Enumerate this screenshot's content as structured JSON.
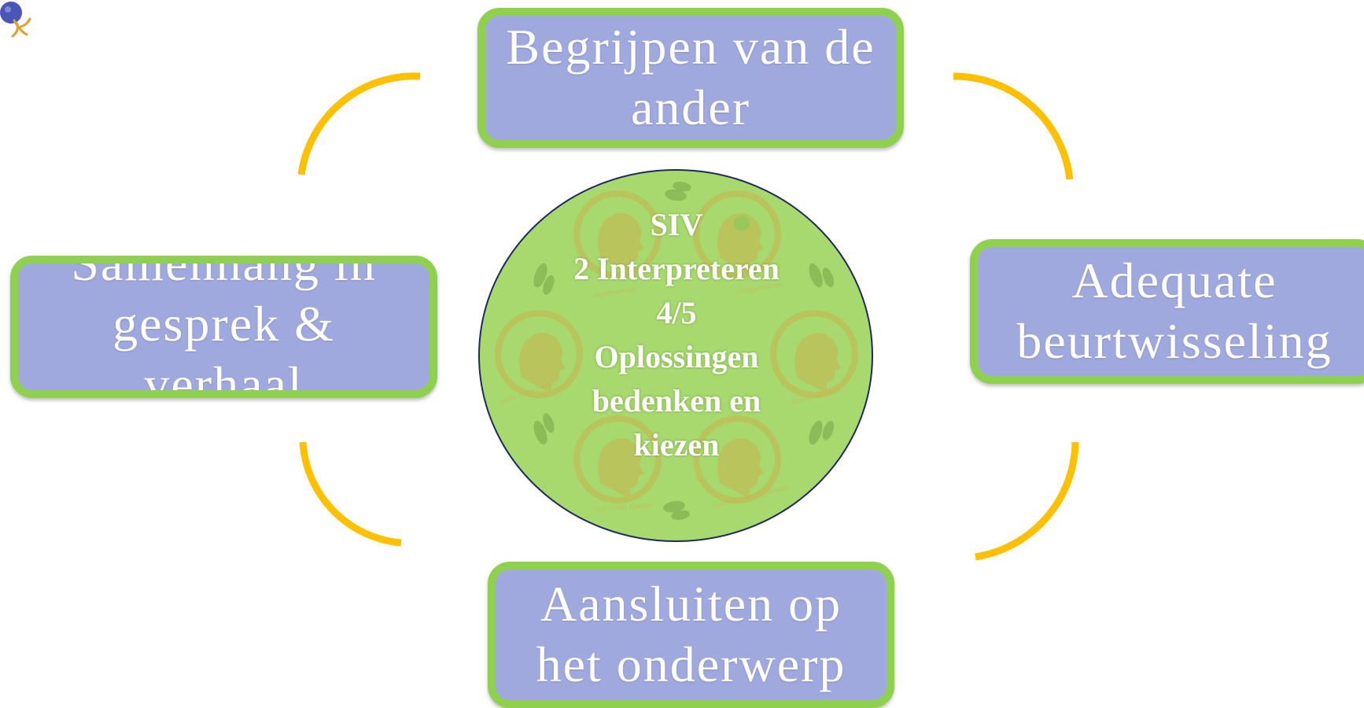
{
  "colors": {
    "box_fill": "#a0a9de",
    "box_border": "#8fd14f",
    "arc": "#ffc000",
    "circle_fill": "#a7d96f",
    "circle_outline": "#1f2a5c",
    "watermark": "#c9b24f",
    "footprint": "#7aa84a"
  },
  "boxes": {
    "top": "Begrijpen van de\nander",
    "left": "Samenhang in\ngesprek &\nverhaal",
    "right": "Adequate\nbeurtwisseling",
    "bottom": "Aansluiten op\nhet onderwerp"
  },
  "center": {
    "lines": [
      "SIV",
      "2 Interpreteren",
      "4/5",
      "Oplossingen",
      "bedenken en",
      "kiezen"
    ],
    "watermark_labels": [
      "waarnemen",
      "interpreteren",
      "doelen stellen",
      "oplossingen bedenken",
      "oplossing kiezen",
      "actie ondernemen"
    ]
  },
  "icons": [
    "logo-icon",
    "head-icon",
    "footprint-icon"
  ]
}
